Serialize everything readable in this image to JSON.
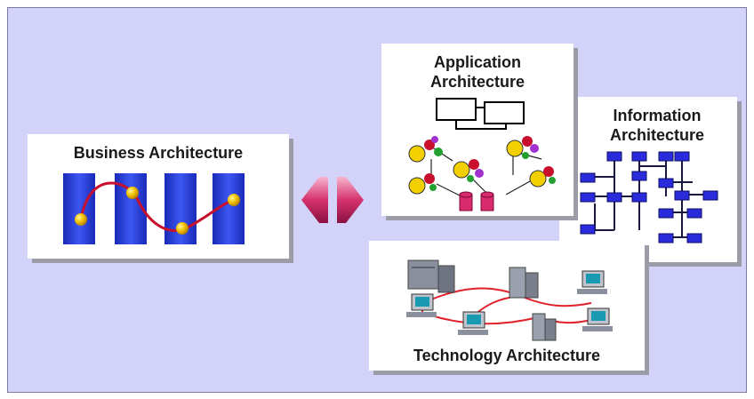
{
  "business": {
    "title": "Business Architecture"
  },
  "application": {
    "title_line1": "Application",
    "title_line2": "Architecture"
  },
  "information": {
    "title_line1": "Information",
    "title_line2": "Architecture"
  },
  "technology": {
    "title": "Technology Architecture"
  },
  "colors": {
    "background": "#d3d2f8",
    "column_blue": "#2a3fd6",
    "process_red": "#c8102e",
    "node_yellow": "#f2d000",
    "node_blue": "#2b2bde",
    "arrow_magenta": "#d6326e",
    "network_red": "#e0202a"
  }
}
